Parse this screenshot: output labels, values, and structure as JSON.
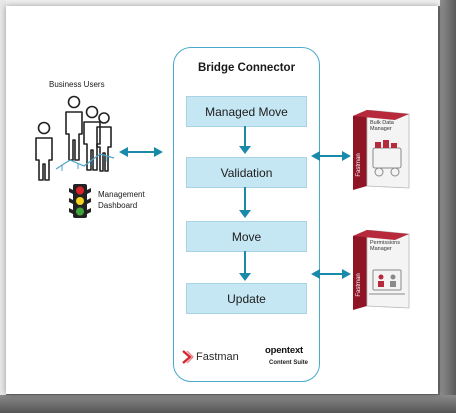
{
  "diagram": {
    "connector_title": "Bridge Connector",
    "steps": [
      {
        "label": "Managed Move"
      },
      {
        "label": "Validation"
      },
      {
        "label": "Move"
      },
      {
        "label": "Update"
      }
    ],
    "left": {
      "business_users": "Business Users",
      "management_line1": "Management",
      "management_line2": "Dashboard"
    },
    "right": {
      "product1_line1": "Bulk Data",
      "product1_line2": "Manager",
      "product1_brand": "Fastman",
      "product2_line1": "Permissions",
      "product2_line2": "Manager",
      "product2_brand": "Fastman"
    },
    "footer": {
      "fastman": "Fastman",
      "opentext": "opentext",
      "content_suite": "Content Suite"
    }
  },
  "colors": {
    "step_fill": "#c5e6f3",
    "connector_border": "#48aacd",
    "arrow": "#1a8aaa",
    "box_red": "#a0192b"
  }
}
